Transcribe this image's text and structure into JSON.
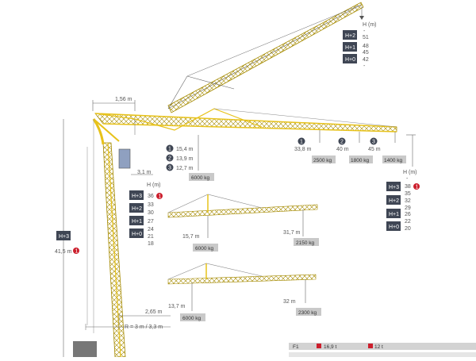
{
  "colors": {
    "crane": "#e7c21a",
    "crane_dark": "#a58a00",
    "dark_box": "#3f4654",
    "gray_box": "#c9c9c9",
    "badge": "#cc1f2d",
    "line": "#666666"
  },
  "top_table": {
    "header": "H (m)",
    "rows": [
      {
        "tag": "H+2",
        "value": "51"
      },
      {
        "tag": "H+1",
        "value": "48"
      },
      {
        "tag": "",
        "value": "45"
      },
      {
        "tag": "H+0",
        "value": "42"
      }
    ]
  },
  "jib_offset": "1,56 m",
  "circle_dims": [
    {
      "num": "1",
      "value": "15,4 m"
    },
    {
      "num": "2",
      "value": "13,9 m"
    },
    {
      "num": "3",
      "value": "12,7 m"
    }
  ],
  "max_load": "6000 kg",
  "cab_offset": "3,1 m",
  "tip_loads": [
    {
      "num": "1",
      "radius": "33,8 m",
      "load": "2500 kg"
    },
    {
      "num": "2",
      "radius": "40 m",
      "load": "1800 kg"
    },
    {
      "num": "3",
      "radius": "45 m",
      "load": "1400 kg"
    }
  ],
  "left_table": {
    "header": "H (m)",
    "rows": [
      {
        "tag": "H+3",
        "value": "36",
        "badge": "1"
      },
      {
        "tag": "H+2",
        "value": "33"
      },
      {
        "tag": "",
        "value": "30"
      },
      {
        "tag": "H+1",
        "value": "27"
      },
      {
        "tag": "",
        "value": "24"
      },
      {
        "tag": "H+0",
        "value": "21"
      },
      {
        "tag": "",
        "value": "18"
      }
    ]
  },
  "right_table": {
    "header": "H (m)",
    "rows": [
      {
        "tag": "H+3",
        "value": "38",
        "badge": "1"
      },
      {
        "tag": "",
        "value": "35"
      },
      {
        "tag": "H+2",
        "value": "32"
      },
      {
        "tag": "",
        "value": "29"
      },
      {
        "tag": "H+1",
        "value": "26"
      },
      {
        "tag": "",
        "value": "22"
      },
      {
        "tag": "H+0",
        "value": "20"
      }
    ]
  },
  "mid_jib_1": {
    "min": "15,7 m",
    "min_load": "6000 kg",
    "max": "31,7 m",
    "max_load": "2150 kg"
  },
  "mid_jib_2": {
    "min": "13,7 m",
    "min_load": "6000 kg",
    "max": "32 m",
    "max_load": "2300 kg"
  },
  "tower_tag": "H+3",
  "tower_height": "41,5 m",
  "tower_badge": "1",
  "base_offset": "2,65 m",
  "base_radius": "R = 3 m / 3,3 m",
  "footer": {
    "tag": "F1",
    "w1": "16,9 t",
    "w2": "12 t"
  }
}
